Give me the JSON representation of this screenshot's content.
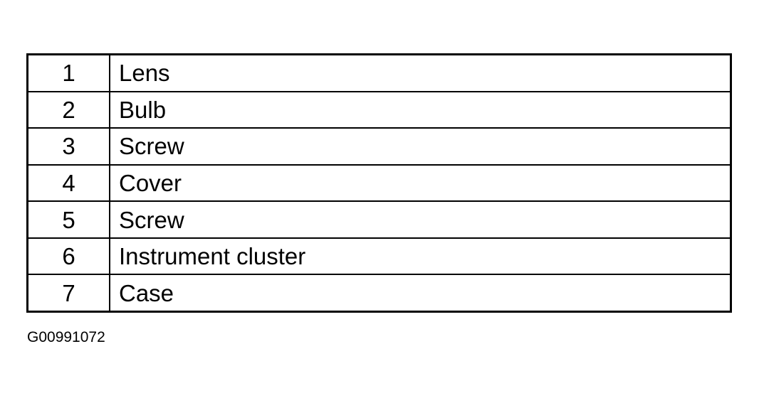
{
  "parts_table": {
    "rows": [
      {
        "number": "1",
        "name": "Lens"
      },
      {
        "number": "2",
        "name": "Bulb"
      },
      {
        "number": "3",
        "name": "Screw"
      },
      {
        "number": "4",
        "name": "Cover"
      },
      {
        "number": "5",
        "name": "Screw"
      },
      {
        "number": "6",
        "name": "Instrument cluster"
      },
      {
        "number": "7",
        "name": "Case"
      }
    ]
  },
  "figure_code": "G00991072"
}
